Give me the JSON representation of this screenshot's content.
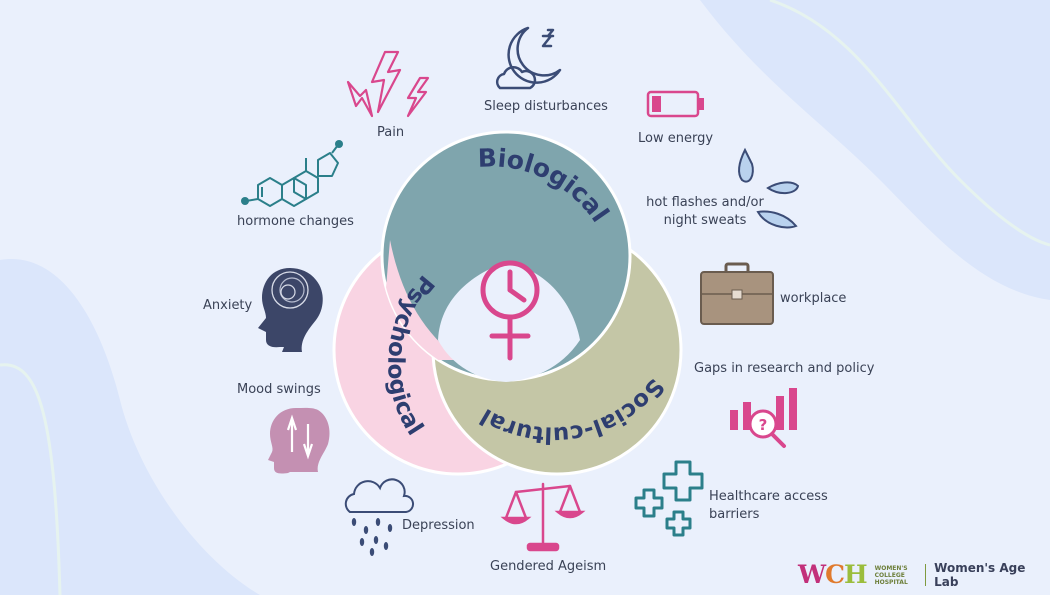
{
  "diagram": {
    "circles": {
      "biological": "Biological",
      "psychological": "Psychological",
      "social_cultural": "Social-cultural"
    },
    "colors": {
      "biological": "#7fa5ad",
      "psychological": "#f9d4e3",
      "social_cultural": "#c4c6a6",
      "accent_pink": "#d9478d",
      "icon_navy": "#3b4c76",
      "icon_teal": "#2b7f8a",
      "text": "#3a4256"
    }
  },
  "labels": {
    "sleep": "Sleep disturbances",
    "pain": "Pain",
    "low_energy": "Low energy",
    "hormone": "hormone changes",
    "hot_flashes_1": "hot flashes and/or",
    "hot_flashes_2": "night sweats",
    "anxiety": "Anxiety",
    "workplace": "workplace",
    "mood": "Mood swings",
    "gaps": "Gaps in research and policy",
    "depression": "Depression",
    "healthcare_1": "Healthcare access",
    "healthcare_2": "barriers",
    "ageism": "Gendered Ageism"
  },
  "logo": {
    "mark": {
      "w": "W",
      "c": "C",
      "h": "H"
    },
    "sub_1": "WOMEN'S",
    "sub_2": "COLLEGE",
    "sub_3": "HOSPITAL",
    "lab": "Women's Age Lab"
  }
}
